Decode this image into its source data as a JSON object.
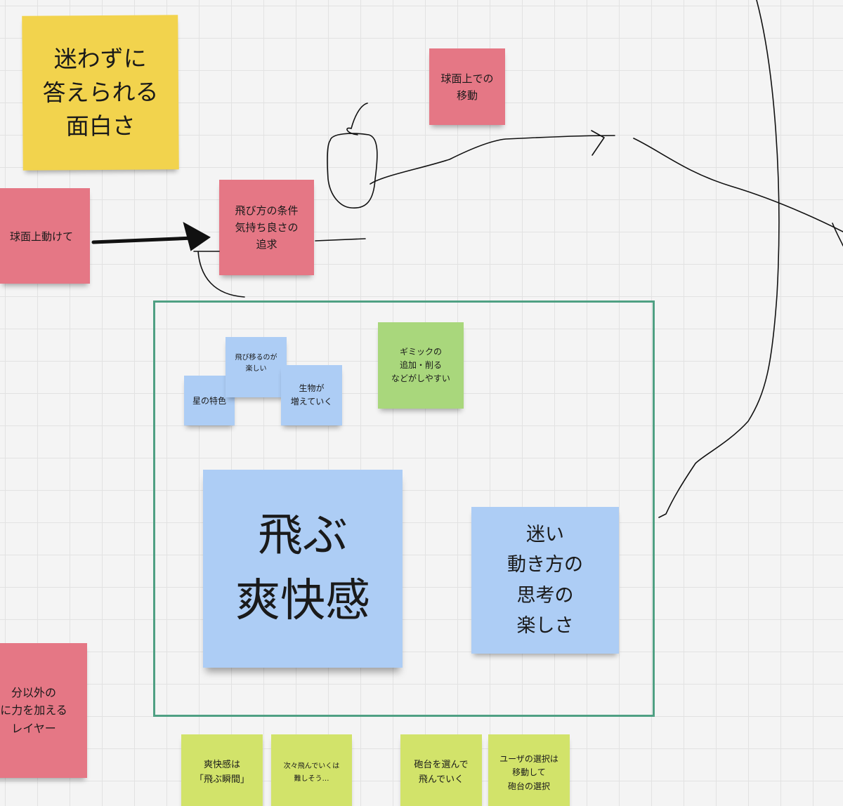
{
  "board": {
    "frame_border_color": "#4fa083",
    "colors": {
      "yellow": "#f2d34d",
      "pink": "#e57785",
      "blue": "#adcdf5",
      "green": "#a9d77c",
      "lime": "#d2e36a",
      "ink": "#111111"
    },
    "notes": {
      "yellow_main": "迷わずに\n答えられる\n面白さ",
      "globe_move": "球面上での\n移動",
      "globe_left": "球面上動けて",
      "flight_conditions": "飛び方の条件\n気持ち良さの\n追求",
      "fun_to_hop": "飛び移るのが\n楽しい",
      "star_traits": "星の特色",
      "creatures_increase": "生物が\n増えていく",
      "gimmick": "ギミックの\n追加・削る\nなどがしやすい",
      "fly_thrill": "飛ぶ\n爽快感",
      "confusion": "迷い\n動き方の\n思考の\n楽しさ",
      "other_player": "分以外の\nに力を加える\nレイヤー",
      "thrill_moment": "爽快感は\n「飛ぶ瞬間」",
      "hard_hop": "次々飛んでいくは\n難しそう…",
      "cannon_choose": "砲台を選んで\n飛んでいく",
      "user_choice": "ユーザの選択は\n移動して\n砲台の選択"
    }
  }
}
